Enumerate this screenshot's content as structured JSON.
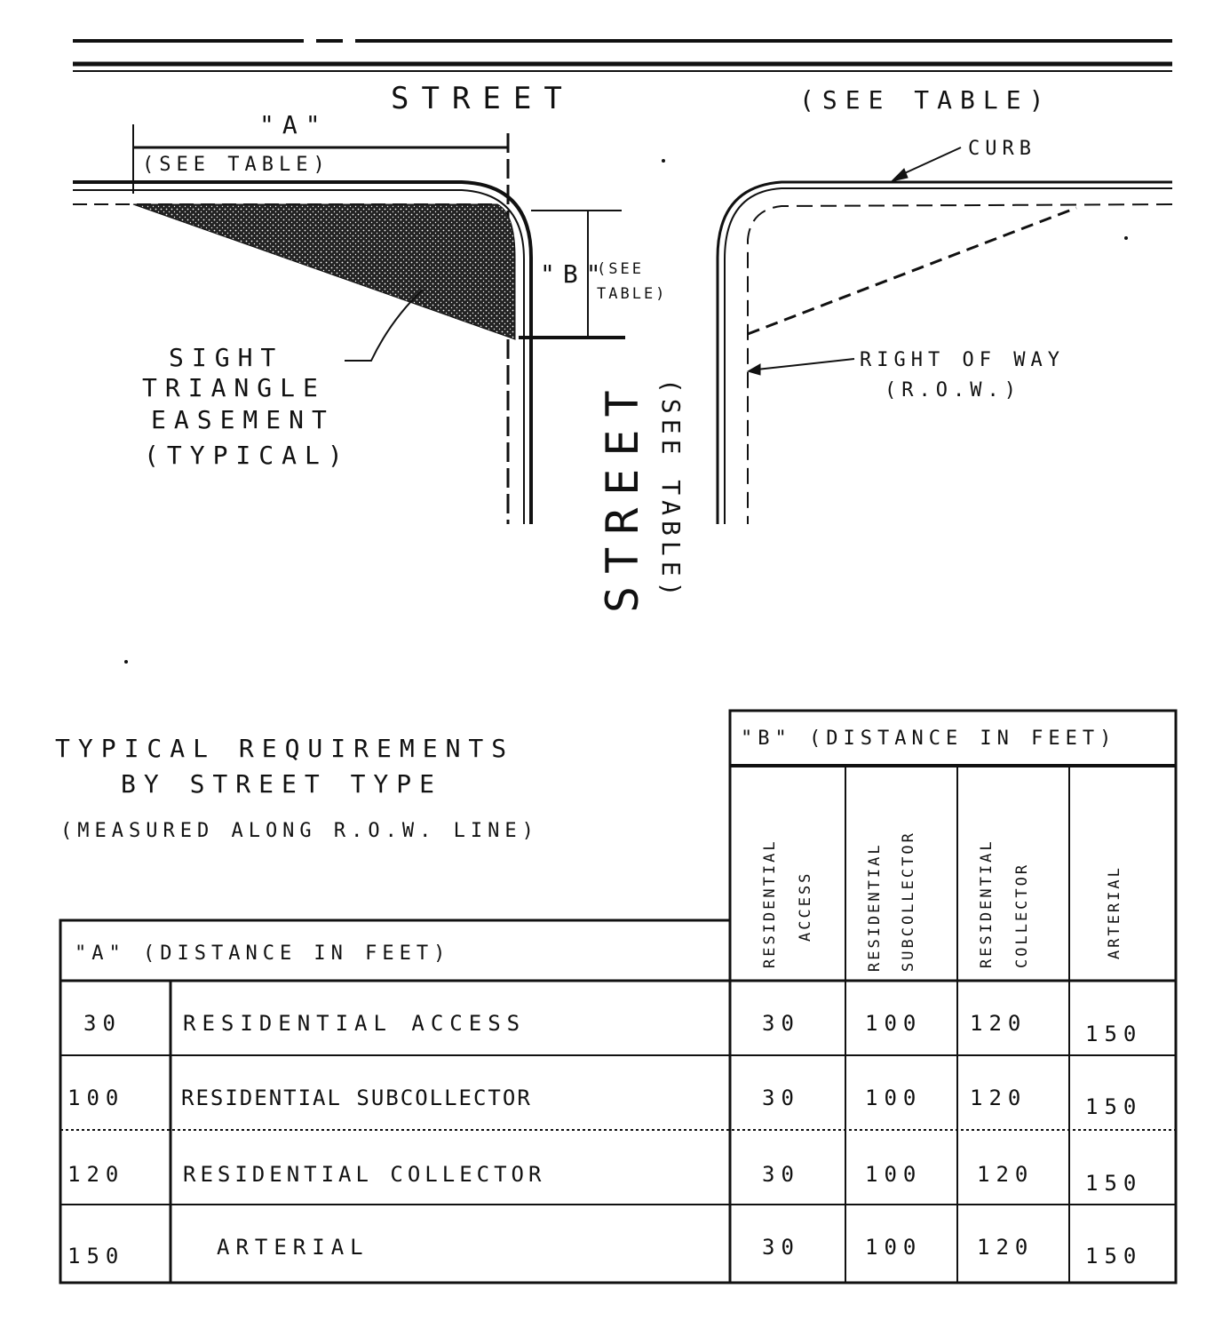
{
  "diagram": {
    "top_street": "STREET",
    "top_street_note": "(SEE TABLE)",
    "label_a": "\"A\"",
    "label_a_note": "(SEE TABLE)",
    "curb": "CURB",
    "label_b": "\"B\"",
    "label_b_note_1": "(SEE",
    "label_b_note_2": "TABLE)",
    "sight_triangle": [
      "SIGHT",
      "TRIANGLE",
      "EASEMENT",
      "(TYPICAL)"
    ],
    "right_of_way": [
      "RIGHT OF WAY",
      "(R.O.W.)"
    ],
    "side_street": "STREET",
    "side_street_note": "(SEE TABLE)"
  },
  "table": {
    "title_1": "TYPICAL REQUIREMENTS",
    "title_2": "BY STREET TYPE",
    "title_3": "(MEASURED ALONG R.O.W. LINE)",
    "b_header": "\"B\" (DISTANCE IN FEET)",
    "a_header": "\"A\" (DISTANCE IN FEET)",
    "b_columns": [
      [
        "RESIDENTIAL",
        "ACCESS"
      ],
      [
        "RESIDENTIAL",
        "SUBCOLLECTOR"
      ],
      [
        "RESIDENTIAL",
        "COLLECTOR"
      ],
      [
        "ARTERIAL"
      ]
    ],
    "rows": [
      {
        "a": "30",
        "type": "RESIDENTIAL ACCESS",
        "b": [
          "30",
          "100",
          "120",
          "150"
        ]
      },
      {
        "a": "100",
        "type": "RESIDENTIAL SUBCOLLECTOR",
        "b": [
          "30",
          "100",
          "120",
          "150"
        ]
      },
      {
        "a": "120",
        "type": "RESIDENTIAL COLLECTOR",
        "b": [
          "30",
          "100",
          "120",
          "150"
        ]
      },
      {
        "a": "150",
        "type": "ARTERIAL",
        "b": [
          "30",
          "100",
          "120",
          "150"
        ]
      }
    ]
  }
}
